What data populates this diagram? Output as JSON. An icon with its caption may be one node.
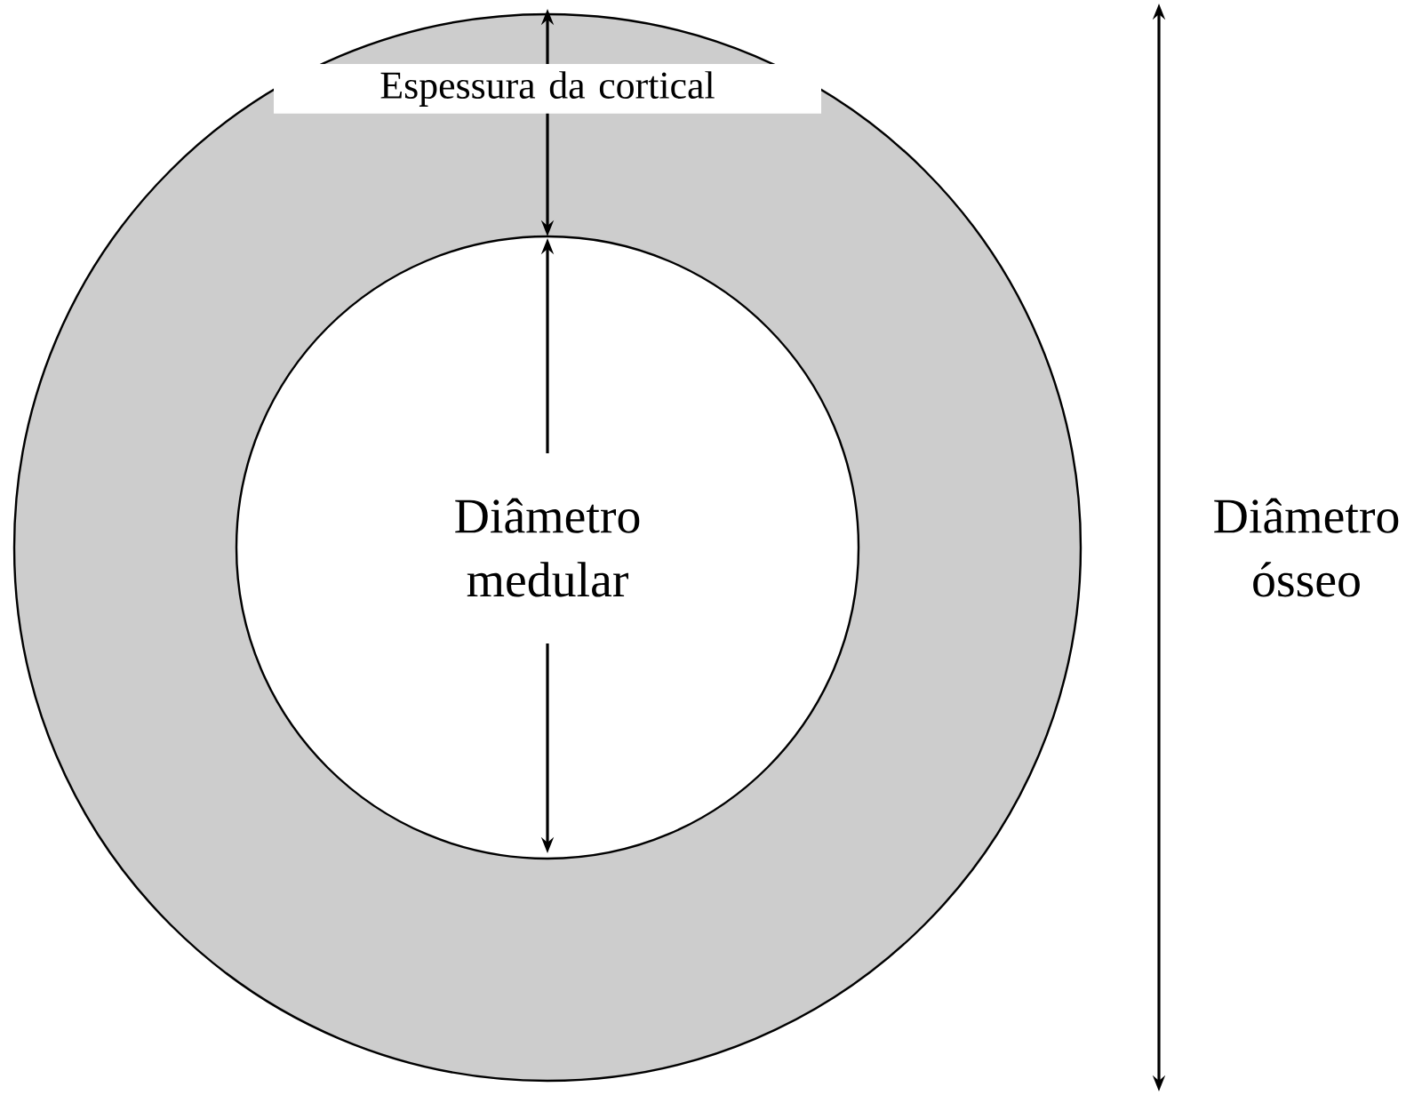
{
  "diagram": {
    "labels": [
      "Espessura da cortical",
      "Diâmetro medular",
      "Diâmetro ósseo"
    ]
  }
}
